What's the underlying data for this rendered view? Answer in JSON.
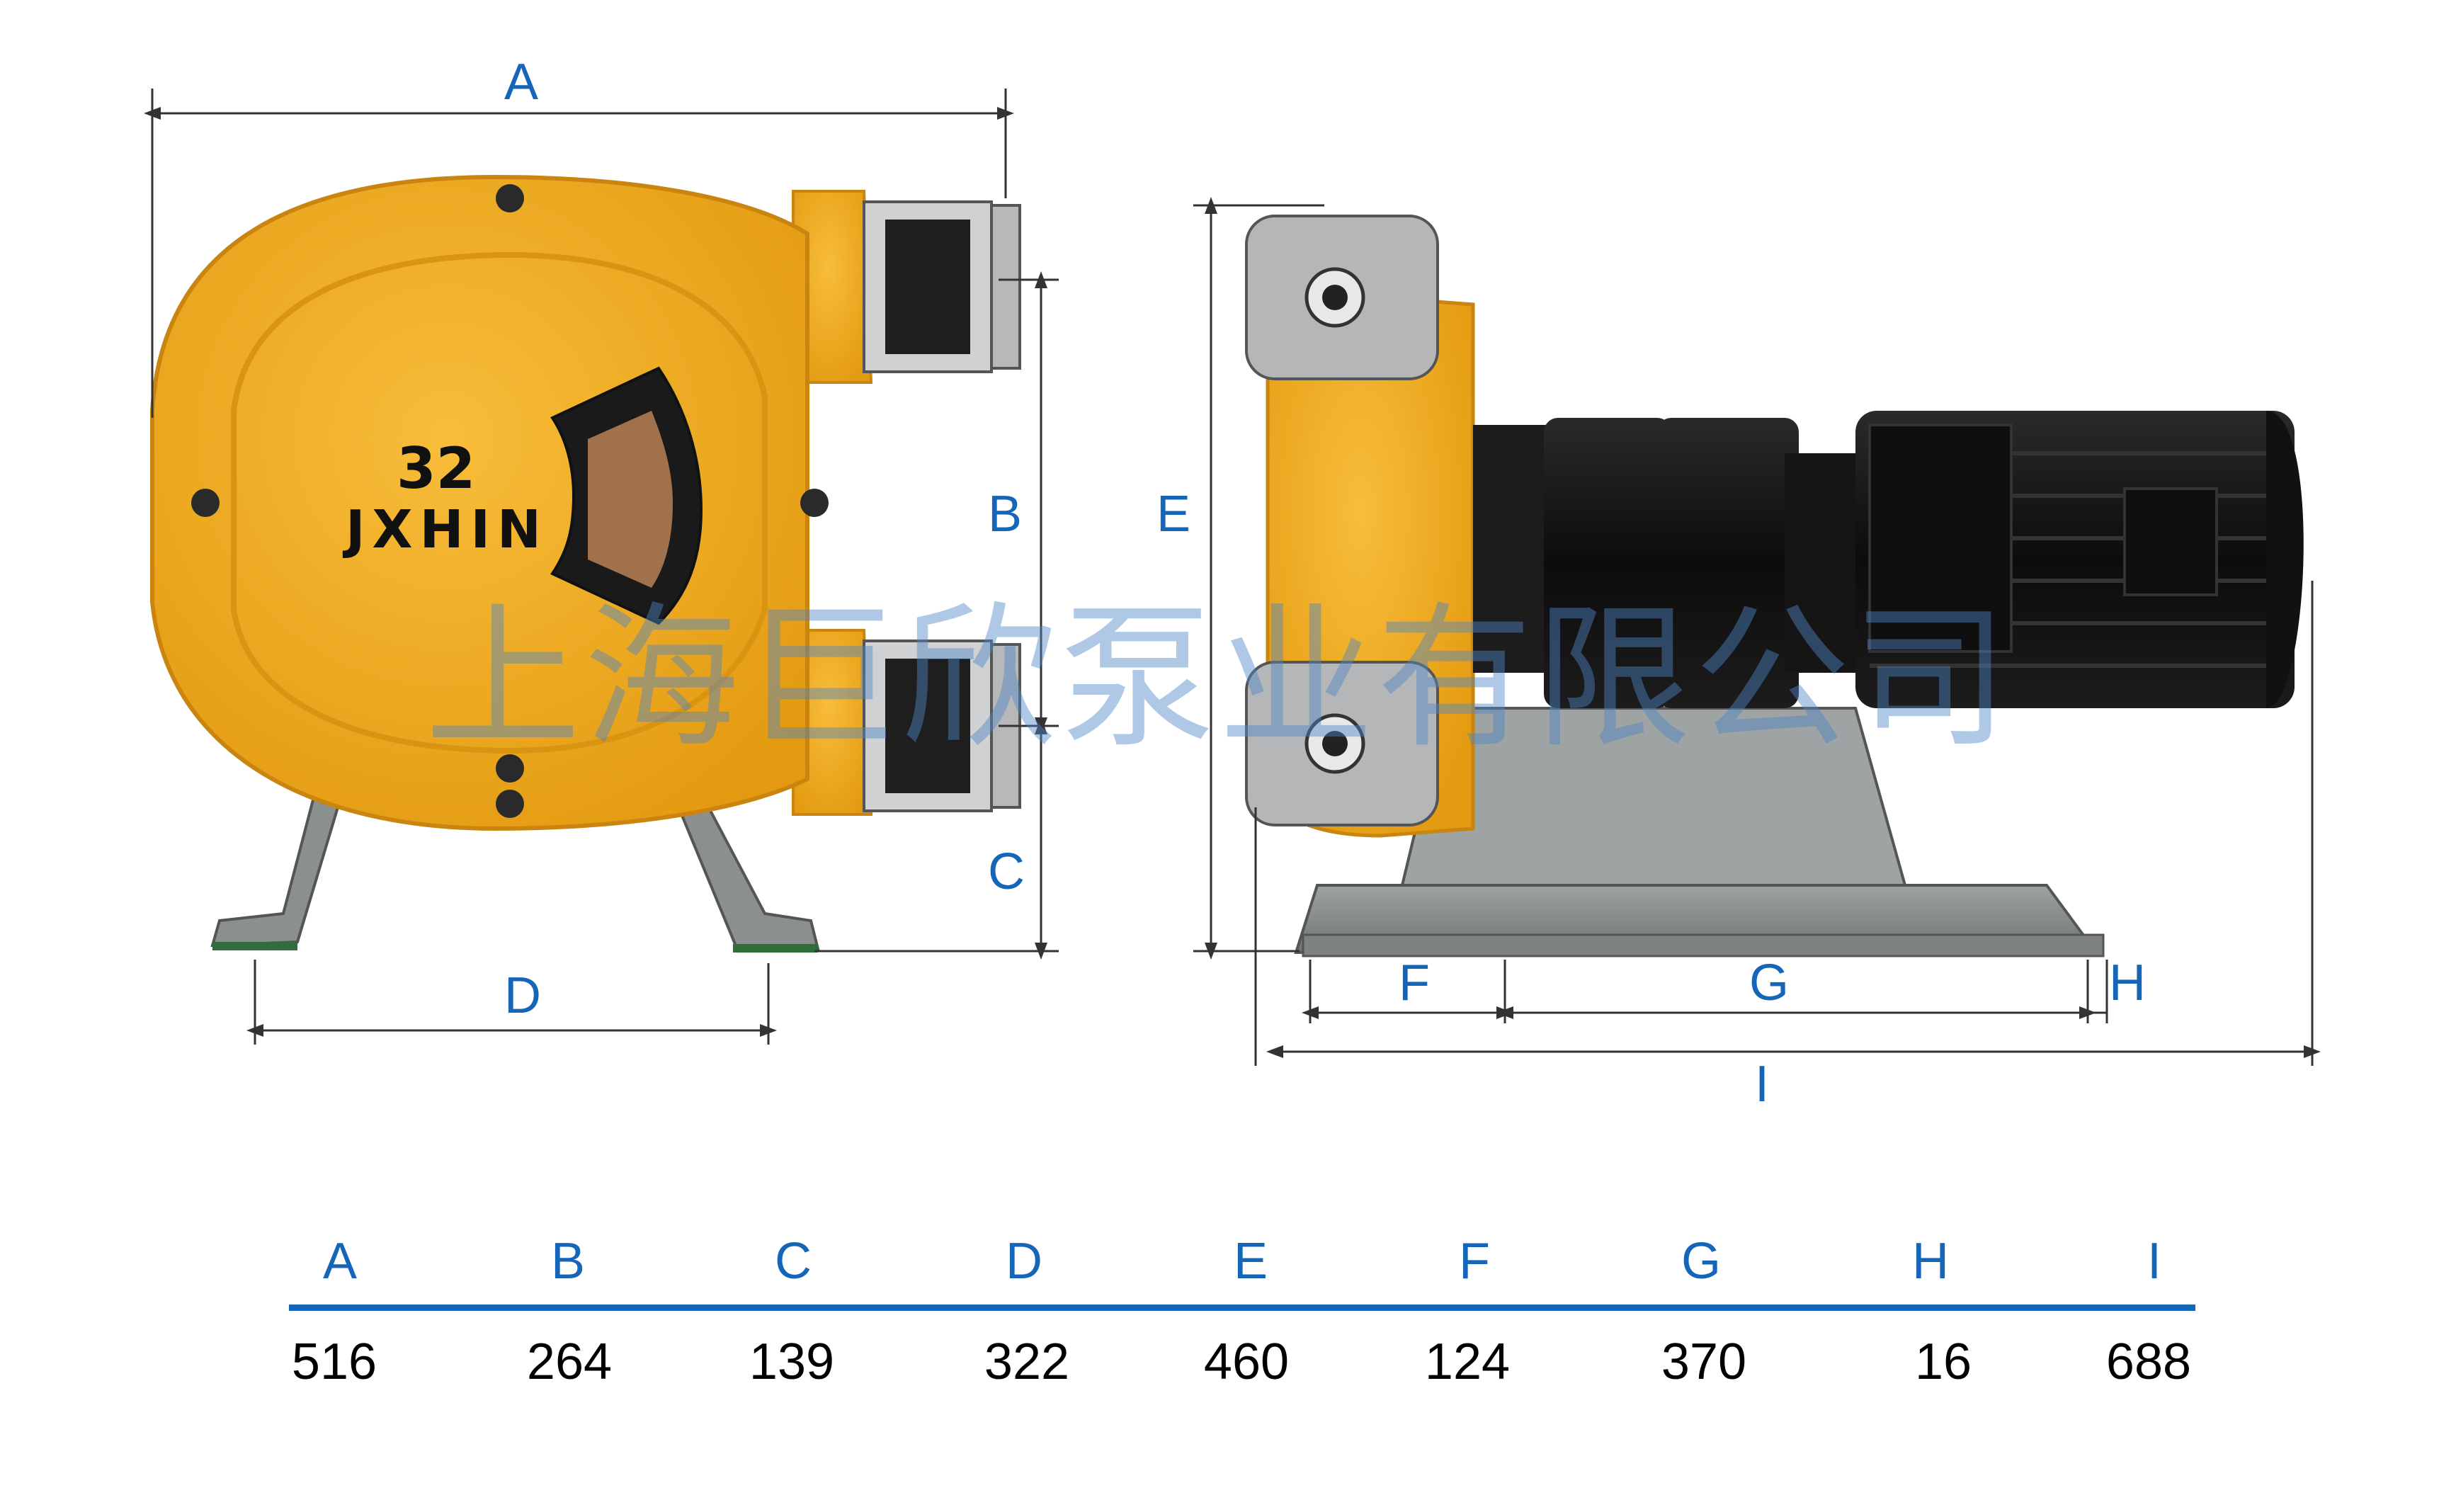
{
  "pump": {
    "model_number": "32",
    "brand": "JXHIN",
    "colors": {
      "housing": "#f2a81b",
      "motor": "#111111",
      "base": "#8a8f90",
      "flange": "#a4a6a8",
      "accent": "#1565b8"
    }
  },
  "watermark": "上海巨欣泵业有限公司",
  "dimension_labels": {
    "A": "A",
    "B": "B",
    "C": "C",
    "D": "D",
    "E": "E",
    "F": "F",
    "G": "G",
    "H": "H",
    "I": "I"
  },
  "table": {
    "headers": [
      "A",
      "B",
      "C",
      "D",
      "E",
      "F",
      "G",
      "H",
      "I"
    ],
    "values": [
      "516",
      "264",
      "139",
      "322",
      "460",
      "124",
      "370",
      "16",
      "688"
    ]
  }
}
